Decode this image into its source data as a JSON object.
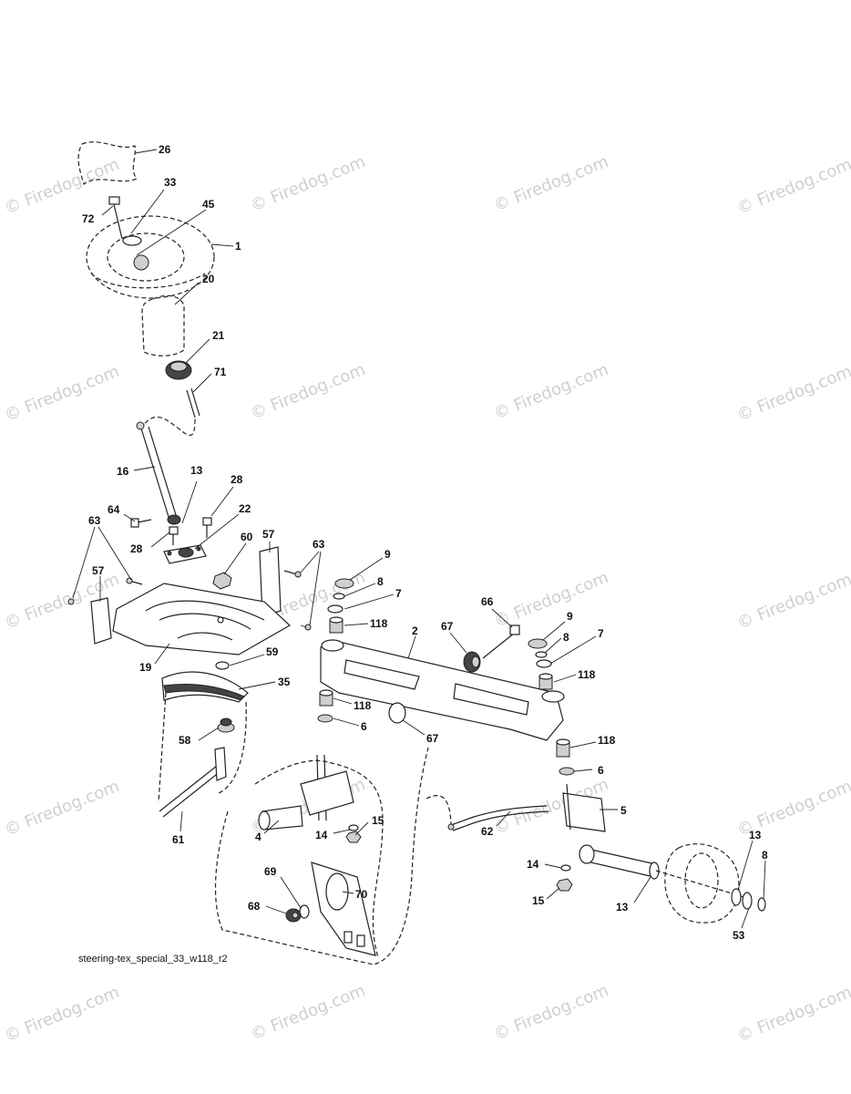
{
  "diagram": {
    "caption": "steering-tex_special_33_w118_r2",
    "watermark": "© Firedog.com",
    "callouts": [
      {
        "id": "c26",
        "label": "26"
      },
      {
        "id": "c33",
        "label": "33"
      },
      {
        "id": "c45",
        "label": "45"
      },
      {
        "id": "c72",
        "label": "72"
      },
      {
        "id": "c1",
        "label": "1"
      },
      {
        "id": "c20",
        "label": "20"
      },
      {
        "id": "c21",
        "label": "21"
      },
      {
        "id": "c71",
        "label": "71"
      },
      {
        "id": "c16",
        "label": "16"
      },
      {
        "id": "c13a",
        "label": "13"
      },
      {
        "id": "c28a",
        "label": "28"
      },
      {
        "id": "c64",
        "label": "64"
      },
      {
        "id": "c22",
        "label": "22"
      },
      {
        "id": "c28b",
        "label": "28"
      },
      {
        "id": "c60",
        "label": "60"
      },
      {
        "id": "c57a",
        "label": "57"
      },
      {
        "id": "c63a",
        "label": "63"
      },
      {
        "id": "c63b",
        "label": "63"
      },
      {
        "id": "c57b",
        "label": "57"
      },
      {
        "id": "c19",
        "label": "19"
      },
      {
        "id": "c59",
        "label": "59"
      },
      {
        "id": "c35",
        "label": "35"
      },
      {
        "id": "c58",
        "label": "58"
      },
      {
        "id": "c61",
        "label": "61"
      },
      {
        "id": "c9a",
        "label": "9"
      },
      {
        "id": "c8a",
        "label": "8"
      },
      {
        "id": "c7a",
        "label": "7"
      },
      {
        "id": "c118a",
        "label": "118"
      },
      {
        "id": "c2",
        "label": "2"
      },
      {
        "id": "c66",
        "label": "66"
      },
      {
        "id": "c67a",
        "label": "67"
      },
      {
        "id": "c9b",
        "label": "9"
      },
      {
        "id": "c8b",
        "label": "8"
      },
      {
        "id": "c7b",
        "label": "7"
      },
      {
        "id": "c118b",
        "label": "118"
      },
      {
        "id": "c118c",
        "label": "118"
      },
      {
        "id": "c6a",
        "label": "6"
      },
      {
        "id": "c67b",
        "label": "67"
      },
      {
        "id": "c118d",
        "label": "118"
      },
      {
        "id": "c6b",
        "label": "6"
      },
      {
        "id": "c5",
        "label": "5"
      },
      {
        "id": "c62",
        "label": "62"
      },
      {
        "id": "c4",
        "label": "4"
      },
      {
        "id": "c14a",
        "label": "14"
      },
      {
        "id": "c15a",
        "label": "15"
      },
      {
        "id": "c69",
        "label": "69"
      },
      {
        "id": "c70",
        "label": "70"
      },
      {
        "id": "c68",
        "label": "68"
      },
      {
        "id": "c14b",
        "label": "14"
      },
      {
        "id": "c15b",
        "label": "15"
      },
      {
        "id": "c13b",
        "label": "13"
      },
      {
        "id": "c13c",
        "label": "13"
      },
      {
        "id": "c8c",
        "label": "8"
      },
      {
        "id": "c53",
        "label": "53"
      }
    ]
  }
}
